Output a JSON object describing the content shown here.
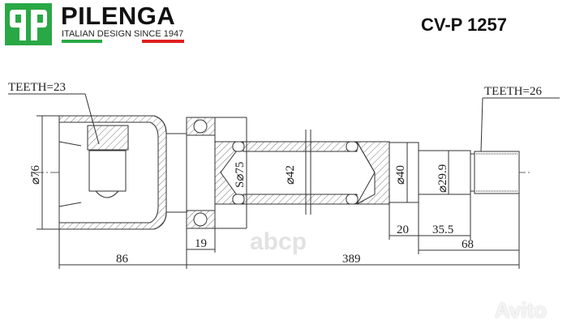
{
  "brand": {
    "name": "PILENGA",
    "tagline": "ITALIAN DESIGN SINCE 1947",
    "colors": {
      "green": "#2aa845",
      "red": "#e0201e"
    }
  },
  "part_number": "CV-P 1257",
  "drawing": {
    "teeth_left": "TEETH=23",
    "teeth_right": "TEETH=26",
    "diameters": {
      "housing": "⌀76",
      "sphere": "S⌀75",
      "tube": "⌀42",
      "collar": "⌀40",
      "seat": "⌀29.9"
    },
    "lengths": {
      "bearing": "19",
      "housing": "86",
      "overall": "389",
      "collar": "20",
      "seat": "35.5",
      "tail": "68"
    }
  },
  "watermark": {
    "left": "abcp",
    "right": "Avito"
  }
}
